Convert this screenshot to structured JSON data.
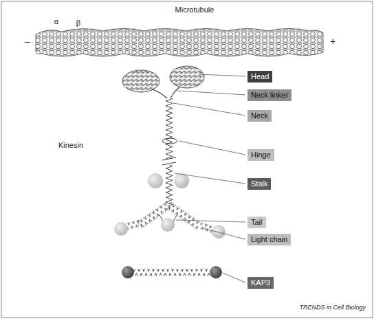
{
  "diagram": {
    "nodes": [
      {
        "text": [
          "Head"
        ]
      },
      {
        "text": [
          "Neck linker"
        ]
      },
      {
        "text": [
          "Neck"
        ]
      },
      {
        "text": [
          "Hinge"
        ]
      },
      {
        "text": [
          "Stalk"
        ]
      },
      {
        "text": [
          "Tail"
        ]
      },
      {
        "text": [
          "Light chain"
        ]
      },
      {
        "text": [
          "KAP3"
        ]
      }
    ],
    "labels": [
      "Microtubule",
      "α",
      "β",
      "–",
      "+",
      "Kinesin",
      "TRENDS in Cell Biology"
    ]
  }
}
